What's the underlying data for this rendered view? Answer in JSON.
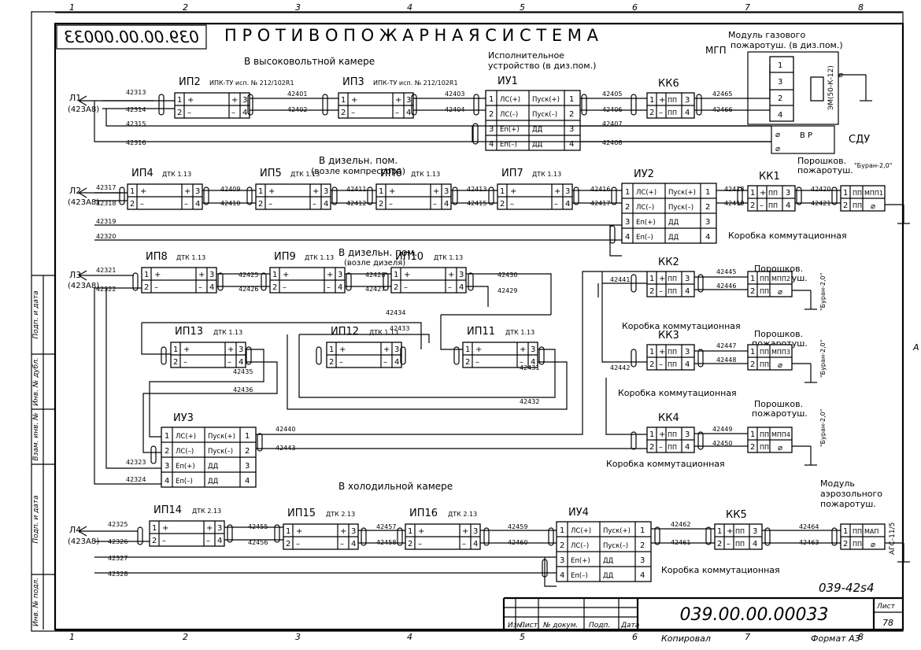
{
  "frame": {
    "top_cols": [
      "1",
      "2",
      "3",
      "4",
      "5",
      "6",
      "7",
      "8"
    ],
    "bottom_cols": [
      "1",
      "2",
      "3",
      "4",
      "5",
      "6",
      "7",
      "8"
    ],
    "right_marker": "A",
    "side_labels": [
      "Подп. и дата",
      "Инв. № дубл.",
      "Взам. инв. №",
      "Подп. и дата",
      "Инв. № подл."
    ]
  },
  "header": {
    "doc_number_mirrored": "039.00.00.00033",
    "title": "П Р О Т И В О П О Ж А Р Н А Я   С И С Т Е М А"
  },
  "zones": {
    "high_voltage": "В высоковольтной камере",
    "diesel_top": "В дизельн. пом.",
    "diesel_top_sub": "(возле компрессора)",
    "diesel_mid": "В дизельн. пом.",
    "diesel_mid_sub": "(возле дизеля)",
    "cold": "В холодильной камере"
  },
  "lines": {
    "L1": {
      "name": "Л1",
      "addr": "(423А8)"
    },
    "L2": {
      "name": "Л2",
      "addr": "(423А8)"
    },
    "L3": {
      "name": "Л3",
      "addr": "(423А8)"
    },
    "L4": {
      "name": "Л4",
      "addr": "(423А8)"
    }
  },
  "detectors": {
    "ip2": {
      "name": "ИП2",
      "type": "ИПК-ТУ исп. № 212/102R1"
    },
    "ip3": {
      "name": "ИП3",
      "type": "ИПК-ТУ исп. № 212/102R1"
    },
    "ip4": {
      "name": "ИП4",
      "type": "ДТК 1.13"
    },
    "ip5": {
      "name": "ИП5",
      "type": "ДТК 1.13"
    },
    "ip6": {
      "name": "ИП6",
      "type": "ДТК 1.13"
    },
    "ip7": {
      "name": "ИП7",
      "type": "ДТК 1.13"
    },
    "ip8": {
      "name": "ИП8",
      "type": "ДТК 1.13"
    },
    "ip9": {
      "name": "ИП9",
      "type": "ДТК 1.13"
    },
    "ip10": {
      "name": "ИП10",
      "type": "ДТК 1.13"
    },
    "ip11": {
      "name": "ИП11",
      "type": "ДТК 1.13"
    },
    "ip12": {
      "name": "ИП12",
      "type": "ДТК 1.13"
    },
    "ip13": {
      "name": "ИП13",
      "type": "ДТК 1.13"
    },
    "ip14": {
      "name": "ИП14",
      "type": "ДТК 2.13"
    },
    "ip15": {
      "name": "ИП15",
      "type": "ДТК 2.13"
    },
    "ip16": {
      "name": "ИП16",
      "type": "ДТК 2.13"
    }
  },
  "actuators": {
    "iu1": {
      "name": "ИУ1",
      "title1": "Исполнительное",
      "title2": "устройство (в диз.пом.)"
    },
    "iu2": {
      "name": "ИУ2"
    },
    "iu3": {
      "name": "ИУ3"
    },
    "iu4": {
      "name": "ИУ4"
    },
    "rows": [
      {
        "n": "1",
        "l": "ЛС(+)",
        "r": "Пуск(+)",
        "rn": "1"
      },
      {
        "n": "2",
        "l": "ЛС(–)",
        "r": "Пуск(–)",
        "rn": "2"
      },
      {
        "n": "3",
        "l": "Еп(+)",
        "r": "ДД",
        "rn": "3"
      },
      {
        "n": "4",
        "l": "Еп(–)",
        "r": "ДД",
        "rn": "4"
      }
    ]
  },
  "boxes": {
    "kk1": "КК1",
    "kk2": "КК2",
    "kk3": "КК3",
    "kk4": "КК4",
    "kk5": "КК5",
    "kk6": "КК6",
    "caption": "Коробка коммутационная"
  },
  "modules": {
    "mgp_code": "МГП",
    "mgp_title1": "Модуль газового",
    "mgp_title2": "пожаротуш. (в диз.пом.)",
    "emi": "ЭМ(50-К-12)",
    "sdu": "СДУ",
    "powder1": "Порошков.",
    "powder2": "пожаротуш.",
    "buran": "\"Буран-2,0\"",
    "mpp1": "МПП1",
    "mpp2": "МПП2",
    "mpp3": "МПП3",
    "mpp4": "МПП4",
    "aero1": "Модуль",
    "aero2": "аэрозольного",
    "aero3": "пожаротуш.",
    "map": "МАП",
    "ags": "АГС-11/5",
    "pp": "ПП",
    "vr": "В Р"
  },
  "wires": {
    "l1": [
      "42313",
      "42314",
      "42315",
      "42316",
      "42401",
      "42402",
      "42403",
      "42404",
      "42405",
      "42406",
      "42407",
      "42408",
      "42465",
      "42466"
    ],
    "l2": [
      "42317",
      "42318",
      "42319",
      "42320",
      "42409",
      "42410",
      "42411",
      "42412",
      "42413",
      "42415",
      "42416",
      "42417",
      "42418",
      "42419",
      "42420",
      "42421"
    ],
    "l3": [
      "42321",
      "42322",
      "42323",
      "42324",
      "42425",
      "42426",
      "42428",
      "42427",
      "42430",
      "42429",
      "42434",
      "42433",
      "42435",
      "42436",
      "42431",
      "42432",
      "42440",
      "42443",
      "42441",
      "42442",
      "42445",
      "42446",
      "42447",
      "42448",
      "42449",
      "42450"
    ],
    "l4": [
      "42325",
      "42326",
      "42327",
      "42328",
      "42455",
      "42456",
      "42457",
      "42458",
      "42459",
      "42460",
      "42462",
      "42461",
      "42464",
      "42463"
    ]
  },
  "title_block": {
    "doc_number": "039.00.00.00033",
    "sheet_label": "Лист",
    "sheet": "78",
    "code": "039-42ѕ4",
    "cols": [
      "Изм.",
      "Лист",
      "№ докум.",
      "Подп.",
      "Дата"
    ],
    "copied": "Копировал",
    "format": "Формат  А3"
  }
}
